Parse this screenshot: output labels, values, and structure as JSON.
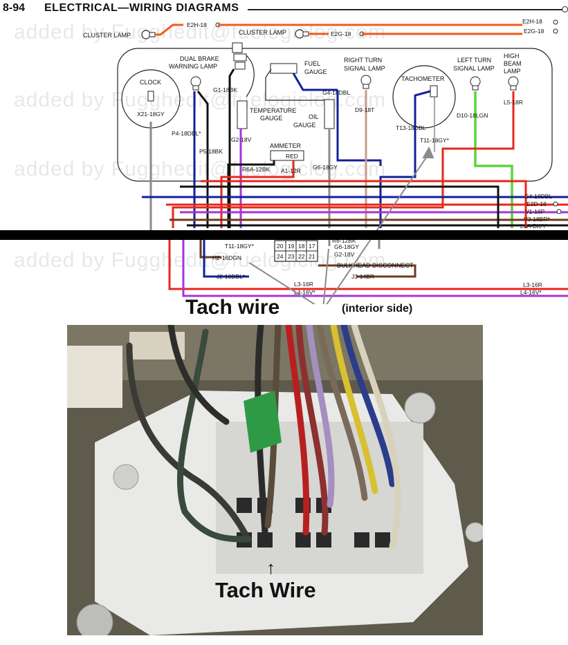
{
  "header": {
    "page_number": "8-94",
    "title": "ELECTRICAL—WIRING DIAGRAMS"
  },
  "watermark": "added by Fugghedit@fuelogiclog.com",
  "gauges": [
    {
      "id": "clock",
      "label": "CLOCK",
      "wire": "X21-18GY"
    },
    {
      "id": "tachometer",
      "label": "TACHOMETER",
      "wire": "T13-18DBL"
    },
    {
      "id": "temperature",
      "label": "TEMPERATURE GAUGE"
    },
    {
      "id": "oil",
      "label": "OIL GAUGE"
    },
    {
      "id": "fuel",
      "label": "FUEL GAUGE"
    },
    {
      "id": "ammeter",
      "label": "AMMETER"
    }
  ],
  "lamps": [
    {
      "id": "cluster-lamp-1",
      "label": "CLUSTER LAMP"
    },
    {
      "id": "cluster-lamp-2",
      "label": "CLUSTER LAMP"
    },
    {
      "id": "dual-brake",
      "label": "DUAL BRAKE WARNING LAMP"
    },
    {
      "id": "right-turn",
      "label": "RIGHT TURN SIGNAL LAMP"
    },
    {
      "id": "left-turn",
      "label": "LEFT TURN SIGNAL LAMP"
    },
    {
      "id": "high-beam",
      "label": "HIGH BEAM LAMP"
    }
  ],
  "wire_labels": {
    "e2h_top": "E2H-18",
    "e2g_top": "E2G-18",
    "e2h_right": "E2H-18",
    "e2g_right": "E2G-18",
    "g1": "G1-18BK",
    "p4": "P4-18DBL*",
    "p5": "P5-18BK",
    "g2_inner": "G2-18V",
    "g4": "G4-18DBL",
    "d9": "D9-18T",
    "t13": "T13-18DBL",
    "t11_inner": "T11-18GY*",
    "d10": "D10-18LGN",
    "l5": "L5-18R",
    "r6a": "R6A-12BK",
    "a1": "A1-12R",
    "g6": "G6-18GY",
    "red": "RED",
    "g4_right": "G4-18DBL",
    "e2d_right": "E2D-18",
    "v1_right": "V1-16P",
    "v3_right": "V3-18BR*",
    "l6a_right": "L6A-BK/Y*",
    "t11_conn": "T11-18GY*",
    "h2": "H2-16DGN",
    "g6_conn": "G6-18GY",
    "g2_conn": "G2-18V",
    "j2": "J2-16DBL*",
    "j3": "J3-14BR",
    "l3": "L3-16R",
    "l4": "L4-16V*",
    "l3_right": "L3-16R",
    "l4_right": "L4-16V*",
    "partial": "R6-12BK"
  },
  "connector": {
    "top_pins": [
      "20",
      "19",
      "18",
      "17"
    ],
    "bottom_pins": [
      "24",
      "23",
      "22",
      "21"
    ],
    "label": "BULKHEAD DISCONNECT"
  },
  "captions": {
    "tach_wire": "Tach wire",
    "interior_side": "(interior side)",
    "photo_tach_wire": "Tach Wire"
  },
  "colors": {
    "red": "#e8261c",
    "orange": "#f25a1e",
    "dark_blue": "#10209a",
    "purple": "#a535d8",
    "green": "#5bd43b",
    "gray": "#8a8a8a",
    "brown": "#6b3a1f",
    "tan": "#c99a8a",
    "black": "#111111"
  }
}
